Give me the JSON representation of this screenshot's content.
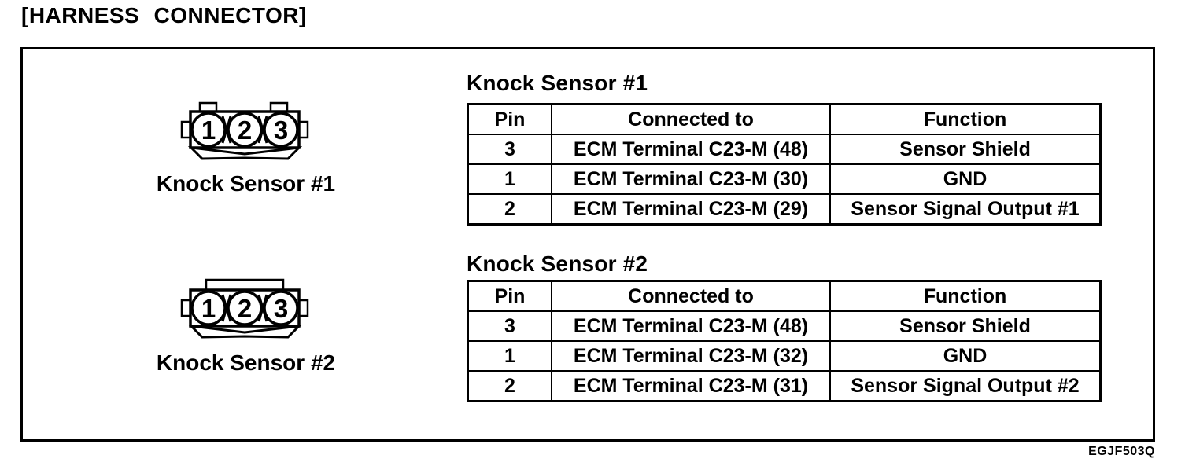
{
  "header": {
    "title": "[HARNESS CONNECTOR]"
  },
  "figure_code": "EGJF503Q",
  "connectors": [
    {
      "label": "Knock Sensor #1",
      "pins": [
        "1",
        "2",
        "3"
      ]
    },
    {
      "label": "Knock Sensor #2",
      "pins": [
        "1",
        "2",
        "3"
      ]
    }
  ],
  "tables": [
    {
      "title": "Knock Sensor #1",
      "headers": [
        "Pin",
        "Connected to",
        "Function"
      ],
      "rows": [
        [
          "3",
          "ECM Terminal C23-M (48)",
          "Sensor Shield"
        ],
        [
          "1",
          "ECM Terminal C23-M (30)",
          "GND"
        ],
        [
          "2",
          "ECM Terminal C23-M (29)",
          "Sensor Signal Output #1"
        ]
      ]
    },
    {
      "title": "Knock Sensor #2",
      "headers": [
        "Pin",
        "Connected to",
        "Function"
      ],
      "rows": [
        [
          "3",
          "ECM Terminal C23-M (48)",
          "Sensor Shield"
        ],
        [
          "1",
          "ECM Terminal C23-M (32)",
          "GND"
        ],
        [
          "2",
          "ECM Terminal C23-M (31)",
          "Sensor Signal Output #2"
        ]
      ]
    }
  ],
  "colors": {
    "ink": "#000000",
    "paper": "#ffffff"
  }
}
